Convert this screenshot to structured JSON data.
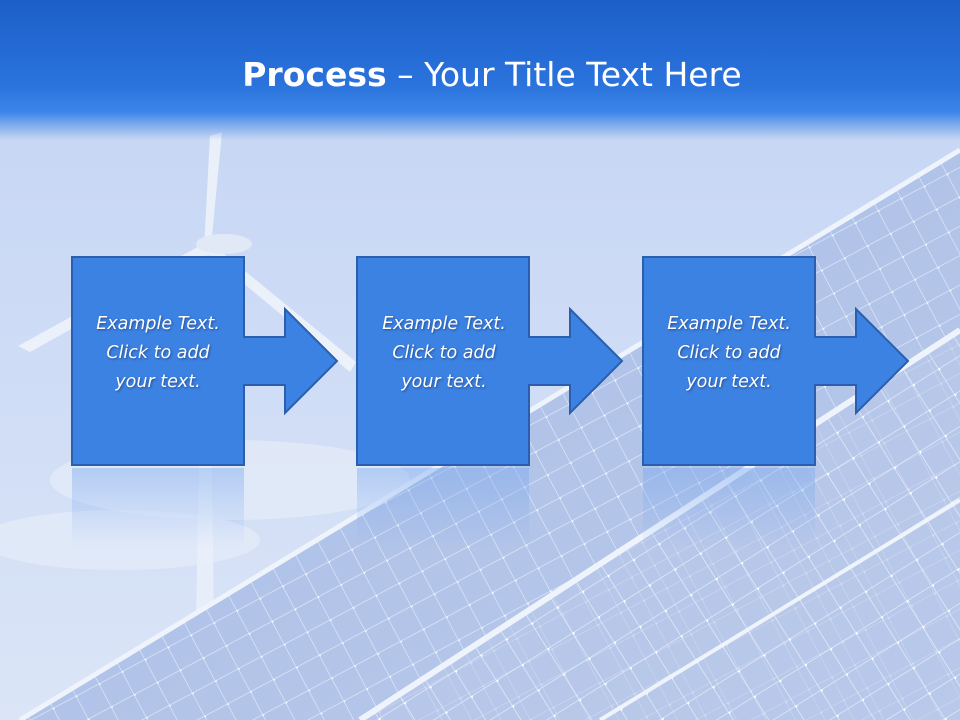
{
  "slide": {
    "title_bold": "Process",
    "title_rest": " – Your Title Text Here",
    "steps": [
      {
        "line1": "Example Text.",
        "line2": "Click  to add",
        "line3": "your text."
      },
      {
        "line1": "Example Text.",
        "line2": "Click  to add",
        "line3": "your text."
      },
      {
        "line1": "Example Text.",
        "line2": "Click  to add",
        "line3": "your text."
      }
    ]
  },
  "colors": {
    "header_blue": "#1d5fc9",
    "box_fill": "#3c82e3",
    "box_border": "#2b5fad",
    "text": "#ffffff"
  }
}
